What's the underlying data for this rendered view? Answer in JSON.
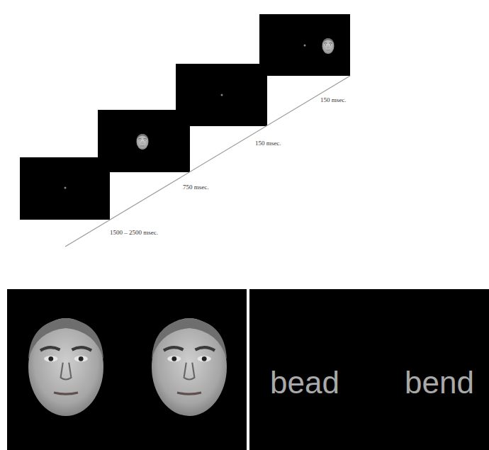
{
  "diagram": {
    "nodes": [
      {
        "text": [
          "bead",
          "bend"
        ]
      }
    ],
    "labels": [
      "150 msec.",
      "150 msec.",
      "750 msec.",
      "1500 – 2500 msec."
    ]
  }
}
